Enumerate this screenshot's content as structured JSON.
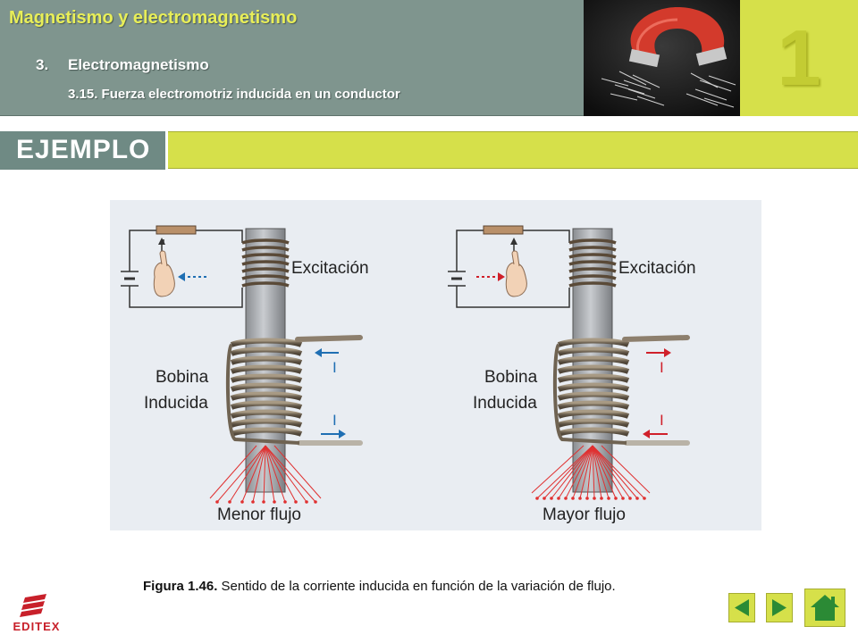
{
  "header": {
    "title": "Magnetismo y electromagnetismo",
    "section_number": "3.",
    "section_title": "Electromagnetismo",
    "subsection": "3.15. Fuerza electromotriz inducida en un conductor",
    "chapter_number": "1"
  },
  "banner": {
    "label": "EJEMPLO"
  },
  "figure": {
    "left": {
      "excitation_label": "Excitación",
      "coil_label_1": "Bobina",
      "coil_label_2": "Inducida",
      "current_top": "I",
      "current_bottom": "I",
      "flux_label": "Menor flujo"
    },
    "right": {
      "excitation_label": "Excitación",
      "coil_label_1": "Bobina",
      "coil_label_2": "Inducida",
      "current_top": "I",
      "current_bottom": "I",
      "flux_label": "Mayor flujo"
    }
  },
  "caption": {
    "prefix": "Figura 1.46.",
    "text": " Sentido de la corriente inducida en función de la variación de flujo."
  },
  "logo": {
    "text": "EDITEX"
  },
  "nav": {
    "prev_icon": "arrow-left-icon",
    "next_icon": "arrow-right-icon",
    "home_icon": "home-icon"
  },
  "colors": {
    "accent": "#d6e04a",
    "header_bg": "#7f958e",
    "label_bg": "#6f8a84",
    "current_left": "#1f6fb3",
    "current_right": "#d0202a",
    "flux": "#e03030"
  }
}
